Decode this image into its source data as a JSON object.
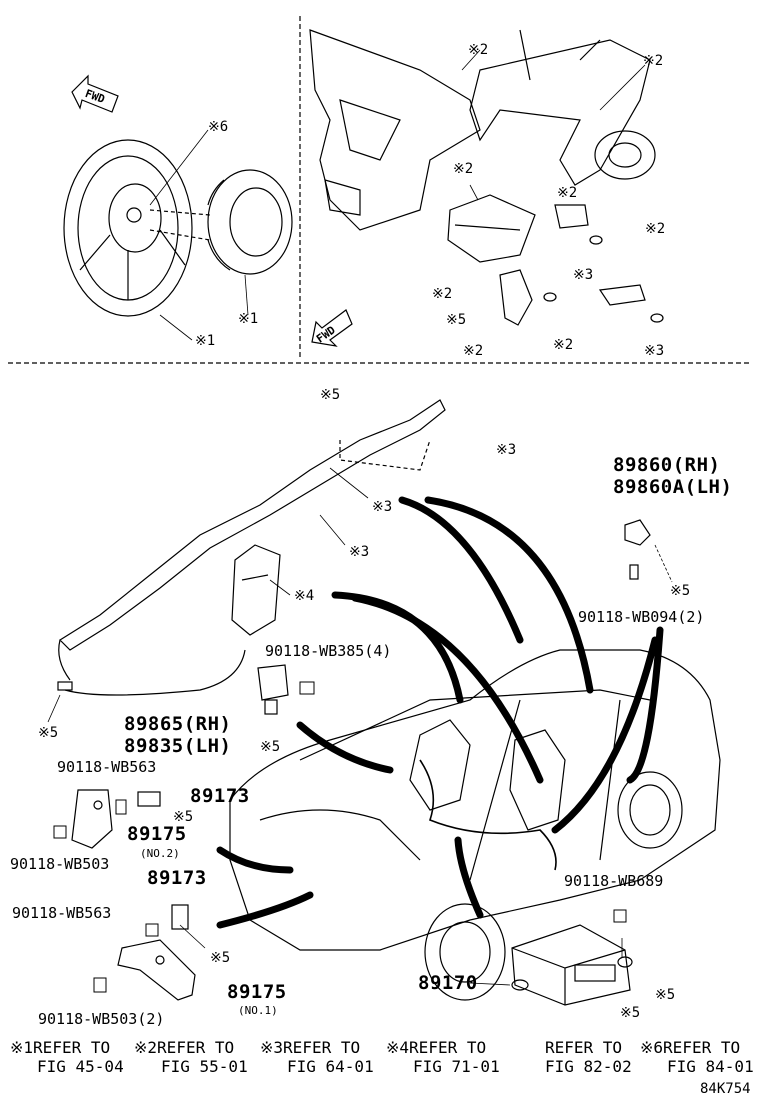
{
  "labels": {
    "ref1_steering": "※1",
    "ref6_steering": "※6",
    "ref1_pad": "※1",
    "ref2_a": "※2",
    "ref2_b": "※2",
    "ref2_c": "※2",
    "ref2_d": "※2",
    "ref2_e": "※2",
    "ref2_f": "※2",
    "ref2_g": "※2",
    "ref2_h": "※2",
    "ref3_a": "※3",
    "ref3_b": "※3",
    "ref5_top": "※5",
    "ref5_bracket": "※5",
    "ref3_curtain_a": "※3",
    "ref3_curtain_b": "※3",
    "ref3_curtain_c": "※3",
    "ref4_seat": "※4",
    "ref5_connector": "※5",
    "ref5_sensor_side": "※5",
    "ref5_rh_sensor": "※5",
    "ref5_front_a": "※5",
    "ref5_front_b": "※5",
    "ref5_ecu_a": "※5",
    "ref5_ecu_b": "※5",
    "part_89860_rh": "89860(RH)",
    "part_89860a_lh": "89860A(LH)",
    "bolt_wb094": "90118-WB094(2)",
    "bolt_wb385": "90118-WB385(4)",
    "part_89865_rh": "89865(RH)",
    "part_89835_lh": "89835(LH)",
    "bolt_wb563_a": "90118-WB563",
    "part_89173_a": "89173",
    "part_89175_a": "89175",
    "part_89175_a_sub": "(NO.2)",
    "bolt_wb503_a": "90118-WB503",
    "part_89173_b": "89173",
    "bolt_wb563_b": "90118-WB563",
    "part_89175_b": "89175",
    "part_89175_b_sub": "(NO.1)",
    "bolt_wb503_b": "90118-WB503(2)",
    "bolt_wb689": "90118-WB689",
    "part_89170": "89170",
    "fwd_left": "FWD",
    "fwd_right": "FWD"
  },
  "footer_notes": [
    {
      "mark": "※1",
      "line1": "REFER TO",
      "line2": "FIG 45-04"
    },
    {
      "mark": "※2",
      "line1": "REFER TO",
      "line2": "FIG 55-01"
    },
    {
      "mark": "※3",
      "line1": "REFER TO",
      "line2": "FIG 64-01"
    },
    {
      "mark": "※4",
      "line1": "REFER TO",
      "line2": "FIG 71-01"
    },
    {
      "mark": "",
      "line1": "REFER TO",
      "line2": "FIG 82-02"
    },
    {
      "mark": "※6",
      "line1": "REFER TO",
      "line2": "FIG 84-01"
    }
  ],
  "diagram_code": "84K754"
}
